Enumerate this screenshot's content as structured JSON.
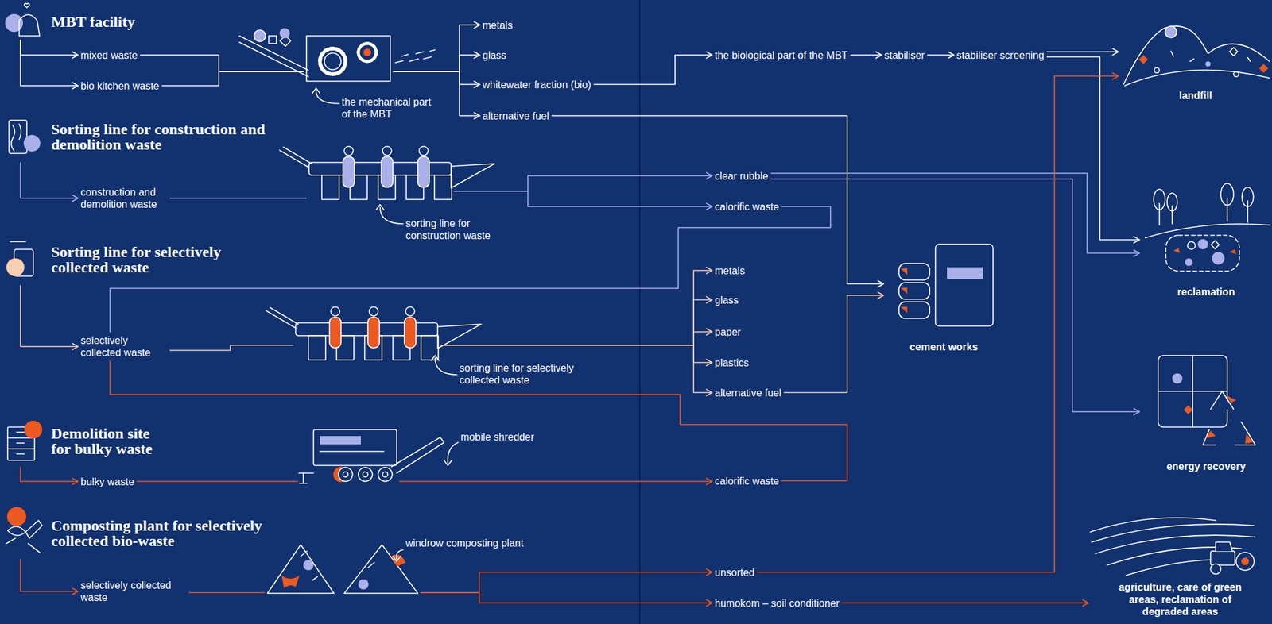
{
  "diagram": {
    "nodes": [
      {
        "text": [
          "MBT facility"
        ]
      },
      {
        "text": [
          "mixed waste"
        ]
      },
      {
        "text": [
          "bio kitchen waste"
        ]
      },
      {
        "text": [
          "the mechanical part of the MBT"
        ]
      },
      {
        "text": [
          "metals"
        ]
      },
      {
        "text": [
          "glass"
        ]
      },
      {
        "text": [
          "whitewater fraction (bio)"
        ]
      },
      {
        "text": [
          "alternative fuel"
        ]
      },
      {
        "text": [
          "the biological part of the MBT"
        ]
      },
      {
        "text": [
          "stabiliser"
        ]
      },
      {
        "text": [
          "stabiliser screening"
        ]
      },
      {
        "text": [
          "landfill"
        ]
      },
      {
        "text": [
          "Sorting line for construction and demolition waste"
        ]
      },
      {
        "text": [
          "construction and demolition waste"
        ]
      },
      {
        "text": [
          "sorting line for construction waste"
        ]
      },
      {
        "text": [
          "clear rubble"
        ]
      },
      {
        "text": [
          "calorific waste"
        ]
      },
      {
        "text": [
          "reclamation"
        ]
      },
      {
        "text": [
          "Sorting line for selectively collected waste"
        ]
      },
      {
        "text": [
          "selectively collected waste"
        ]
      },
      {
        "text": [
          "sorting line for selectively collected waste"
        ]
      },
      {
        "text": [
          "metals"
        ]
      },
      {
        "text": [
          "glass"
        ]
      },
      {
        "text": [
          "paper"
        ]
      },
      {
        "text": [
          "plastics"
        ]
      },
      {
        "text": [
          "alternative fuel"
        ]
      },
      {
        "text": [
          "cement works"
        ]
      },
      {
        "text": [
          "energy recovery"
        ]
      },
      {
        "text": [
          "Demolition site for bulky waste"
        ]
      },
      {
        "text": [
          "bulky waste"
        ]
      },
      {
        "text": [
          "mobile shredder"
        ]
      },
      {
        "text": [
          "calorific waste"
        ]
      },
      {
        "text": [
          "Composting plant for selectively collected bio-waste"
        ]
      },
      {
        "text": [
          "selectively collected waste"
        ]
      },
      {
        "text": [
          "windrow composting plant"
        ]
      },
      {
        "text": [
          "unsorted"
        ]
      },
      {
        "text": [
          "humokom – soil conditioner"
        ]
      },
      {
        "text": [
          "agriculture, care of green areas, reclamation of degraded areas"
        ]
      }
    ],
    "edges": [
      {
        "from": 0,
        "to": 1,
        "arrow": "to"
      },
      {
        "from": 0,
        "to": 2,
        "arrow": "to"
      },
      {
        "from": 1,
        "to": 3,
        "arrow": "none"
      },
      {
        "from": 2,
        "to": 3,
        "arrow": "none"
      },
      {
        "from": 3,
        "to": 4,
        "arrow": "to"
      },
      {
        "from": 3,
        "to": 5,
        "arrow": "to"
      },
      {
        "from": 3,
        "to": 6,
        "arrow": "to"
      },
      {
        "from": 3,
        "to": 7,
        "arrow": "to"
      },
      {
        "from": 6,
        "to": 8,
        "arrow": "to"
      },
      {
        "from": 8,
        "to": 9,
        "arrow": "to"
      },
      {
        "from": 9,
        "to": 10,
        "arrow": "to"
      },
      {
        "from": 10,
        "to": 11,
        "arrow": "to"
      },
      {
        "from": 10,
        "to": 17,
        "arrow": "to"
      },
      {
        "from": 7,
        "to": 26,
        "arrow": "to"
      },
      {
        "from": 12,
        "to": 13,
        "arrow": "to"
      },
      {
        "from": 13,
        "to": 14,
        "arrow": "none"
      },
      {
        "from": 14,
        "to": 15,
        "arrow": "to"
      },
      {
        "from": 14,
        "to": 16,
        "arrow": "to"
      },
      {
        "from": 15,
        "to": 17,
        "arrow": "to"
      },
      {
        "from": 15,
        "to": 27,
        "arrow": "to"
      },
      {
        "from": 16,
        "to": 19,
        "arrow": "to"
      },
      {
        "from": 18,
        "to": 19,
        "arrow": "to"
      },
      {
        "from": 19,
        "to": 20,
        "arrow": "none"
      },
      {
        "from": 20,
        "to": 21,
        "arrow": "to"
      },
      {
        "from": 20,
        "to": 22,
        "arrow": "to"
      },
      {
        "from": 20,
        "to": 23,
        "arrow": "to"
      },
      {
        "from": 20,
        "to": 24,
        "arrow": "to"
      },
      {
        "from": 20,
        "to": 25,
        "arrow": "to"
      },
      {
        "from": 25,
        "to": 26,
        "arrow": "to"
      },
      {
        "from": 28,
        "to": 29,
        "arrow": "to"
      },
      {
        "from": 29,
        "to": 30,
        "arrow": "none"
      },
      {
        "from": 30,
        "to": 31,
        "arrow": "to"
      },
      {
        "from": 31,
        "to": 19,
        "arrow": "to"
      },
      {
        "from": 32,
        "to": 33,
        "arrow": "to"
      },
      {
        "from": 33,
        "to": 34,
        "arrow": "none"
      },
      {
        "from": 34,
        "to": 35,
        "arrow": "to"
      },
      {
        "from": 34,
        "to": 36,
        "arrow": "to"
      },
      {
        "from": 35,
        "to": 11,
        "arrow": "to"
      },
      {
        "from": 36,
        "to": 37,
        "arrow": "to"
      }
    ]
  }
}
